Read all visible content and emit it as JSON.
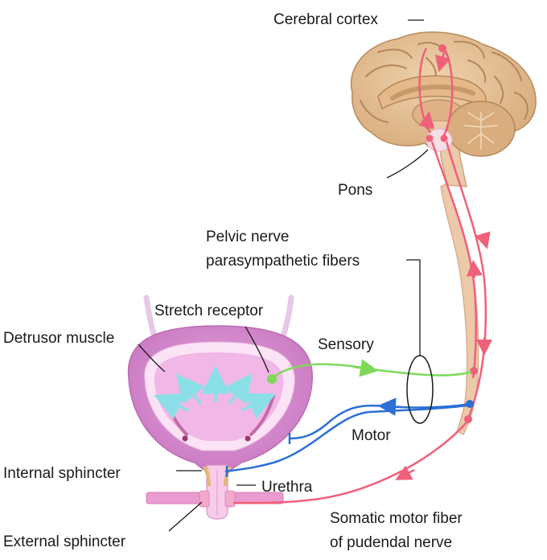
{
  "labels": {
    "cerebral_cortex": "Cerebral cortex",
    "pons": "Pons",
    "pelvic_nerve_line1": "Pelvic nerve",
    "pelvic_nerve_line2": "parasympathetic fibers",
    "stretch_receptor": "Stretch receptor",
    "detrusor_muscle": "Detrusor muscle",
    "sensory": "Sensory",
    "motor": "Motor",
    "internal_sphincter": "Internal sphincter",
    "urethra": "Urethra",
    "somatic_line1": "Somatic motor fiber",
    "somatic_line2": "of pudendal nerve",
    "external_sphincter": "External sphincter"
  },
  "colors": {
    "brain": "#e7c49a",
    "brain_dark": "#c89a68",
    "brain_sulci": "#a8784a",
    "spinal_cord": "#ecc9a8",
    "bladder_outer": "#d98bd0",
    "bladder_inner": "#f4c6ea",
    "bladder_wall": "#fbe3f5",
    "nerve_red": "#f0607a",
    "nerve_green": "#7ed957",
    "nerve_blue": "#2c6fd6",
    "stretch_arrows": "#8be0e8",
    "text": "#1a1a1a"
  }
}
